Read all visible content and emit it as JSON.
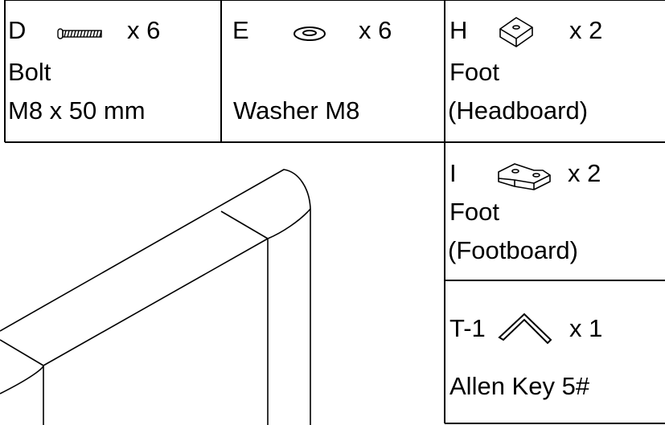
{
  "parts": {
    "D": {
      "code": "D",
      "qty": "x 6",
      "line1": "Bolt",
      "line2": "M8 x 50 mm",
      "icon": "bolt-icon"
    },
    "E": {
      "code": "E",
      "qty": "x 6",
      "line1": "Washer M8",
      "icon": "washer-icon"
    },
    "H": {
      "code": "H",
      "qty": "x 2",
      "line1": "Foot",
      "line2": "(Headboard)",
      "icon": "foot-block-icon"
    },
    "I": {
      "code": "I",
      "qty": "x 2",
      "line1": "Foot",
      "line2": "(Footboard)",
      "icon": "foot-corner-icon"
    },
    "T1": {
      "code": "T-1",
      "qty": "x 1",
      "line1": "Allen Key 5#",
      "icon": "allen-key-icon"
    }
  },
  "colors": {
    "line": "#000000",
    "background": "#ffffff"
  }
}
